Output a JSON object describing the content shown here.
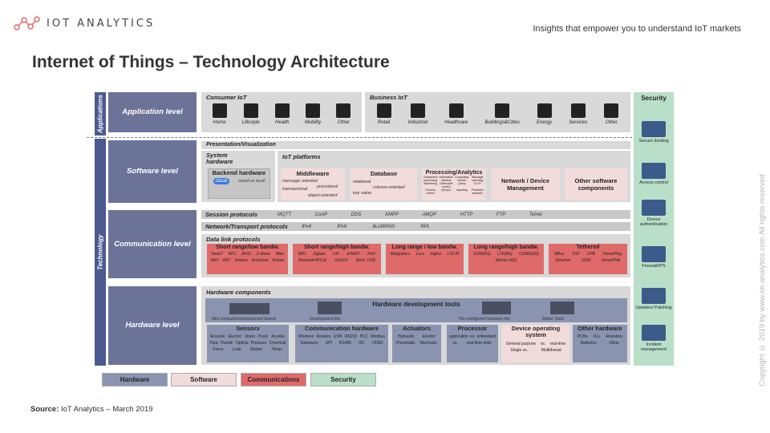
{
  "brand": {
    "name": "IOT ANALYTICS",
    "tagline": "Insights that empower you to understand IoT markets"
  },
  "title": "Internet of Things – Technology Architecture",
  "copyright": "Copyright © 2019 by www.iot-analytics.com All rights reserved",
  "source": {
    "label": "Source:",
    "text": " IoT Analytics – March 2019"
  },
  "bands": {
    "applications": "Applications",
    "technology": "Technology"
  },
  "levels": {
    "application": "Application level",
    "software": "Software level",
    "communication": "Communication level",
    "hardware": "Hardware level"
  },
  "consumer": {
    "title": "Consumer IoT",
    "items": [
      "Home",
      "Lifestyle",
      "Health",
      "Mobility",
      "Other"
    ]
  },
  "business": {
    "title": "Business IoT",
    "items": [
      "Retail",
      "Industrial",
      "Healthcare",
      "Buildings&Cities",
      "Energy",
      "Services",
      "Other"
    ]
  },
  "software": {
    "presentation": "Presentation/Visualization",
    "system_hw": "System hardware",
    "iot_platforms": "IoT platforms",
    "backend": {
      "title": "Backend hardware",
      "sub": "cloud vs local",
      "logo": "cloud"
    },
    "middleware": {
      "title": "Middleware",
      "items": [
        "message oriented",
        "transactional",
        "procedural",
        "object-oriented"
      ]
    },
    "database": {
      "title": "Database",
      "items": [
        "relational",
        "column-oriented",
        "key value"
      ]
    },
    "processing": {
      "title": "Processing/Analytics",
      "items": [
        "Transaction processing",
        "Information retrieval",
        "Computing service",
        "Message switching",
        "Monitoring",
        "Extensible control",
        "Query",
        "OLTP",
        "Process control",
        "QueryX",
        "reporting",
        "Predictive analytics"
      ]
    },
    "network_mgmt": {
      "title": "Network / Device Management"
    },
    "other": {
      "title": "Other software components"
    }
  },
  "comm": {
    "session": {
      "label": "Session protocols",
      "items": [
        "MQTT",
        "CoAP",
        "DDS",
        "XMPP",
        "AMQP",
        "HTTP",
        "FTP",
        "Telnet"
      ]
    },
    "network": {
      "label": "Network/Transport protocols",
      "items": [
        "IPv4",
        "IPv6",
        "6LoWPAN",
        "RPL"
      ]
    },
    "datalink": "Data link protocols",
    "groups": [
      {
        "title": "Short range/low bandw.",
        "items": [
          "Dash7",
          "NFC",
          "RFID",
          "Z-Wave",
          "Miwi",
          "WiFi",
          "ANT",
          "Insteon",
          "EnOcean",
          "Rubee"
        ]
      },
      {
        "title": "Short range/high bandw.",
        "items": [
          "WiFi",
          "Zigbee",
          "LiFi",
          "wHART",
          "KNX",
          "Bluetooth/BTLE",
          "ISA100",
          "Wirel. USB"
        ]
      },
      {
        "title": "Long range / low bandw.",
        "items": [
          "Weightless",
          "Lora",
          "Sigfox",
          "LTE-M"
        ]
      },
      {
        "title": "Long range/high bandw.",
        "items": [
          "GSM(2G)",
          "LTE(4G)",
          "CDMA(3G)",
          "Wimax (4G)"
        ]
      },
      {
        "title": "Tethered",
        "items": [
          "MBus",
          "X10",
          "UPB",
          "HomePlug",
          "Ethernet",
          "ISDN",
          "HomePNA"
        ]
      }
    ]
  },
  "hardware": {
    "components": "Hardware components",
    "dev_tools": "Hardware development tools",
    "dev_items": [
      "Mini computers/development boards",
      "Development kits",
      "Pre-configured hardware kits",
      "Maker Tools"
    ],
    "sensors": {
      "title": "Sensors",
      "items": [
        "Acoustic",
        "Electric",
        "Vision",
        "Posit.",
        "Acceler.",
        "Flow",
        "Humid.",
        "Optical",
        "Pressure",
        "Chemical",
        "Force",
        "Leak",
        "Motion",
        "Temp."
      ]
    },
    "comm_hw": {
      "title": "Communication hardware",
      "items": [
        "Wireless",
        "Routers",
        "USB",
        "RS232",
        "PLC",
        "Modbus",
        "Gateways",
        "SPI",
        "RS485",
        "I2C",
        "ODB2"
      ]
    },
    "actuators": {
      "title": "Actuators",
      "items": [
        "Hydraulic",
        "Electric",
        "Pneumatic",
        "Mechanic"
      ]
    },
    "processor": {
      "title": "Processor",
      "items": [
        "application",
        "vs.",
        "embedded",
        "vs.",
        "real-time emb."
      ]
    },
    "os": {
      "title": "Device operating system",
      "items": [
        "General purpose",
        "vs.",
        "real-time",
        "Single vs.",
        "Multithread"
      ]
    },
    "other": {
      "title": "Other hardware",
      "items": [
        "PCBs",
        "ICs",
        "Resistors",
        "Batteries",
        "Other"
      ]
    }
  },
  "security": {
    "title": "Security",
    "items": [
      "Secure booting",
      "Access control",
      "Device authentication",
      "Firewall/IPS",
      "Updates/ Patching",
      "Incident management"
    ]
  },
  "legend": [
    "Hardware",
    "Software",
    "Communications",
    "Security"
  ],
  "colors": {
    "band": "#4b5a8f",
    "level": "#6c7398",
    "software": "#f2dcdb",
    "comm": "#e06a6a",
    "security": "#b9dfc8",
    "hardware": "#8a94b0"
  }
}
